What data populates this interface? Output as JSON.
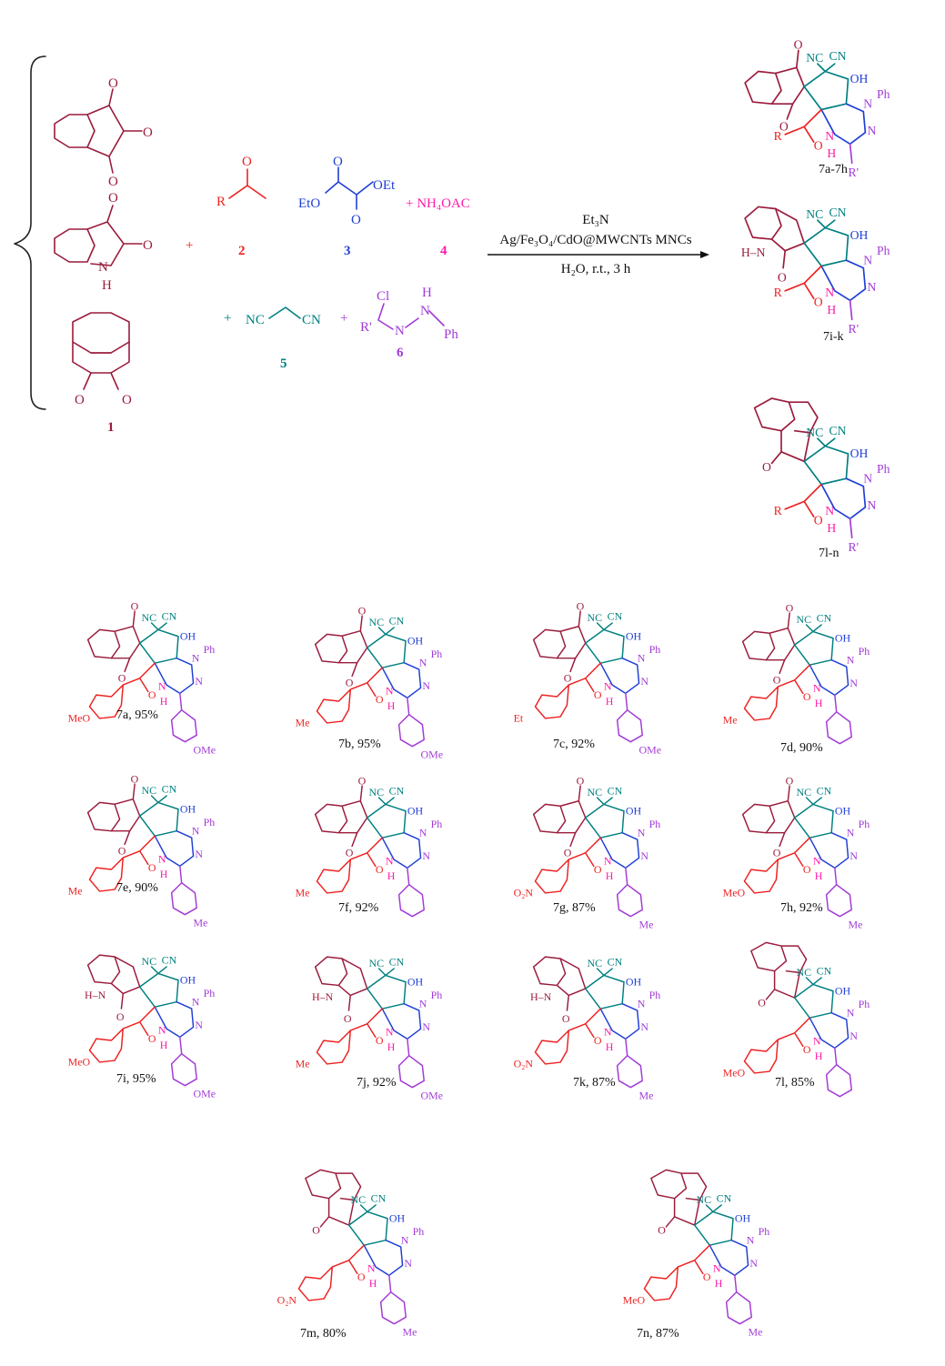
{
  "colors": {
    "reactant1": "#9b1c3c",
    "ketone": "#ee2222",
    "oxalate": "#1f3fd6",
    "ammonium": "#ff1aa8",
    "malononitrile": "#008080",
    "hydrazonoyl": "#a23bd6",
    "dark": "#222222"
  },
  "reactants": {
    "r1": {
      "number": "1",
      "atom_O": "O",
      "atom_N": "N",
      "atom_H": "H"
    },
    "r2": {
      "number": "2",
      "R": "R",
      "O": "O"
    },
    "r3": {
      "number": "3",
      "EtO": "EtO",
      "OEt": "OEt",
      "O": "O"
    },
    "r4": {
      "number": "4",
      "label": "+ NH₄OAC"
    },
    "r5": {
      "number": "5",
      "NC": "NC",
      "CN": "CN"
    },
    "r6": {
      "number": "6",
      "Cl": "Cl",
      "H": "H",
      "N": "N",
      "Rp": "R'",
      "Ph": "Ph"
    },
    "plus": "+"
  },
  "conditions": {
    "base": "Et₃N",
    "catalyst": "Ag/Fe₃O₄/CdO@MWCNTs MNCs",
    "solvent": "H₂O, r.t., 3 h"
  },
  "products_top": [
    {
      "label": "7a-7h"
    },
    {
      "label": "7i-k"
    },
    {
      "label": "7l-n"
    }
  ],
  "atoms": {
    "O": "O",
    "NC": "NC",
    "CN": "CN",
    "OH": "OH",
    "N": "N",
    "Ph": "Ph",
    "H": "H",
    "R": "R",
    "Rp": "R'",
    "HN": "H–N"
  },
  "products": [
    {
      "id": "7a",
      "caption": "7a, 95%",
      "sub_left": "MeO",
      "sub_right": "OMe",
      "core": "indandione"
    },
    {
      "id": "7b",
      "caption": "7b, 95%",
      "sub_left": "Me",
      "sub_right": "OMe",
      "core": "indandione"
    },
    {
      "id": "7c",
      "caption": "7c, 92%",
      "sub_left": "Et",
      "sub_right": "OMe",
      "core": "indandione"
    },
    {
      "id": "7d",
      "caption": "7d, 90%",
      "sub_left": "Me",
      "sub_right": "",
      "core": "indandione"
    },
    {
      "id": "7e",
      "caption": "7e, 90%",
      "sub_left": "Me",
      "sub_right": "Me",
      "core": "indandione"
    },
    {
      "id": "7f",
      "caption": "7f, 92%",
      "sub_left": "Me",
      "sub_right": "",
      "core": "indandione"
    },
    {
      "id": "7g",
      "caption": "7g, 87%",
      "sub_left": "O₂N",
      "sub_right": "Me",
      "core": "indandione"
    },
    {
      "id": "7h",
      "caption": "7h, 92%",
      "sub_left": "MeO",
      "sub_right": "Me",
      "core": "indandione"
    },
    {
      "id": "7i",
      "caption": "7i, 95%",
      "sub_left": "MeO",
      "sub_right": "OMe",
      "core": "isatin"
    },
    {
      "id": "7j",
      "caption": "7j, 92%",
      "sub_left": "Me",
      "sub_right": "OMe",
      "core": "isatin"
    },
    {
      "id": "7k",
      "caption": "7k, 87%",
      "sub_left": "O₂N",
      "sub_right": "Me",
      "core": "isatin"
    },
    {
      "id": "7l",
      "caption": "7l, 85%",
      "sub_left": "MeO",
      "sub_right": "",
      "core": "acenaphthenone"
    },
    {
      "id": "7m",
      "caption": "7m, 80%",
      "sub_left": "O₂N",
      "sub_right": "Me",
      "core": "acenaphthenone"
    },
    {
      "id": "7n",
      "caption": "7n, 87%",
      "sub_left": "MeO",
      "sub_right": "Me",
      "core": "acenaphthenone"
    }
  ]
}
